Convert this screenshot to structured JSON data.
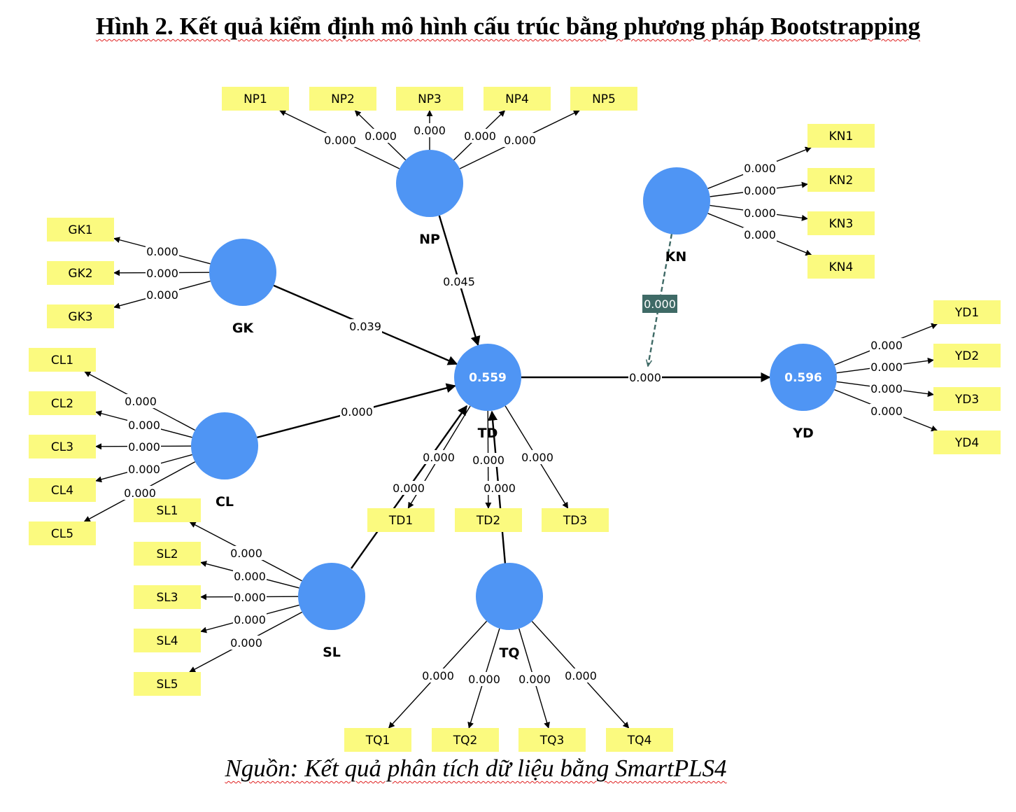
{
  "title": "Hình 2. Kết quả kiểm định mô hình cấu trúc bằng phương pháp Bootstrapping",
  "source": "Nguồn: Kết quả phân tích dữ liệu bằng SmartPLS4",
  "colors": {
    "latent": "#4f95f4",
    "indicator": "#fbfa7f",
    "edge": "#000000",
    "moderator": "#3f6a66",
    "spellcheck": "#e02020"
  },
  "latent_variables": [
    {
      "id": "NP",
      "label": "NP",
      "value": ""
    },
    {
      "id": "GK",
      "label": "GK",
      "value": ""
    },
    {
      "id": "CL",
      "label": "CL",
      "value": ""
    },
    {
      "id": "KN",
      "label": "KN",
      "value": ""
    },
    {
      "id": "TD",
      "label": "TD",
      "value": "0.559"
    },
    {
      "id": "YD",
      "label": "YD",
      "value": "0.596"
    },
    {
      "id": "SL",
      "label": "SL",
      "value": ""
    },
    {
      "id": "TQ",
      "label": "TQ",
      "value": ""
    }
  ],
  "indicators": {
    "NP": [
      {
        "label": "NP1",
        "p": "0.000"
      },
      {
        "label": "NP2",
        "p": "0.000"
      },
      {
        "label": "NP3",
        "p": "0.000"
      },
      {
        "label": "NP4",
        "p": "0.000"
      },
      {
        "label": "NP5",
        "p": "0.000"
      }
    ],
    "KN": [
      {
        "label": "KN1",
        "p": "0.000"
      },
      {
        "label": "KN2",
        "p": "0.000"
      },
      {
        "label": "KN3",
        "p": "0.000"
      },
      {
        "label": "KN4",
        "p": "0.000"
      }
    ],
    "GK": [
      {
        "label": "GK1",
        "p": "0.000"
      },
      {
        "label": "GK2",
        "p": "0.000"
      },
      {
        "label": "GK3",
        "p": "0.000"
      }
    ],
    "CL": [
      {
        "label": "CL1",
        "p": "0.000"
      },
      {
        "label": "CL2",
        "p": "0.000"
      },
      {
        "label": "CL3",
        "p": "0.000"
      },
      {
        "label": "CL4",
        "p": "0.000"
      },
      {
        "label": "CL5",
        "p": "0.000"
      }
    ],
    "SL": [
      {
        "label": "SL1",
        "p": "0.000"
      },
      {
        "label": "SL2",
        "p": "0.000"
      },
      {
        "label": "SL3",
        "p": "0.000"
      },
      {
        "label": "SL4",
        "p": "0.000"
      },
      {
        "label": "SL5",
        "p": "0.000"
      }
    ],
    "TD": [
      {
        "label": "TD1",
        "p": "0.000"
      },
      {
        "label": "TD2",
        "p": "0.000"
      },
      {
        "label": "TD3",
        "p": "0.000"
      }
    ],
    "YD": [
      {
        "label": "YD1",
        "p": "0.000"
      },
      {
        "label": "YD2",
        "p": "0.000"
      },
      {
        "label": "YD3",
        "p": "0.000"
      },
      {
        "label": "YD4",
        "p": "0.000"
      }
    ],
    "TQ": [
      {
        "label": "TQ1",
        "p": "0.000"
      },
      {
        "label": "TQ2",
        "p": "0.000"
      },
      {
        "label": "TQ3",
        "p": "0.000"
      },
      {
        "label": "TQ4",
        "p": "0.000"
      }
    ]
  },
  "structural_paths": [
    {
      "from": "NP",
      "to": "TD",
      "p": "0.045"
    },
    {
      "from": "GK",
      "to": "TD",
      "p": "0.039"
    },
    {
      "from": "CL",
      "to": "TD",
      "p": "0.000"
    },
    {
      "from": "SL",
      "to": "TD",
      "p": "0.000"
    },
    {
      "from": "TQ",
      "to": "TD",
      "p": "0.000"
    },
    {
      "from": "TD",
      "to": "YD",
      "p": "0.000"
    }
  ],
  "moderation": {
    "moderator": "KN",
    "on_path": "TD->YD",
    "p": "0.000"
  }
}
